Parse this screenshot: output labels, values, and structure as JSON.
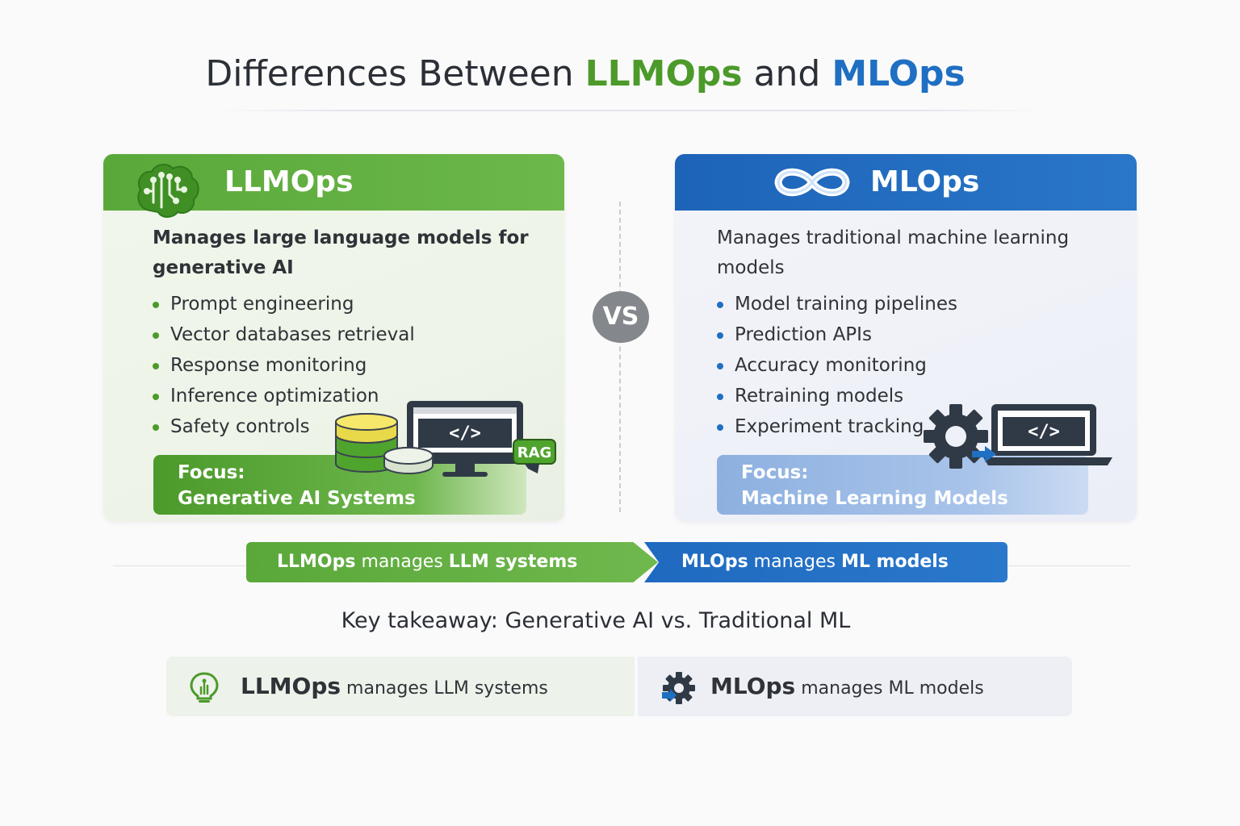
{
  "title": {
    "prefix": "Differences Between ",
    "llm": "LLMOps",
    "middle": " and ",
    "ml": "MLOps"
  },
  "colors": {
    "green": "#4c9a2a",
    "blue": "#1f6fc2",
    "vs_gray": "#84878c"
  },
  "llmops": {
    "title": "LLMOps",
    "icon": "brain-circuit-icon",
    "intro": "Manages large language models for generative AI",
    "bullets": [
      "Prompt engineering",
      "Vector databases retrieval",
      "Response monitoring",
      "Inference optimization",
      "Safety controls"
    ],
    "focus_label": "Focus:",
    "focus_value": "Generative AI Systems",
    "illustration_badge": "RAG"
  },
  "mlops": {
    "title": "MLOps",
    "icon": "infinity-icon",
    "intro": "Manages traditional machine learning models",
    "bullets": [
      "Model training pipelines",
      "Prediction APIs",
      "Accuracy monitoring",
      "Retraining models",
      "Experiment tracking"
    ],
    "focus_label": "Focus:",
    "focus_value": "Machine Learning Models"
  },
  "vs": "VS",
  "banner": {
    "left_strong1": "LLMOps",
    "left_rest": " manages ",
    "left_strong2": "LLM systems",
    "right_strong1": "MLOps",
    "right_rest": " manages ",
    "right_strong2": "ML models"
  },
  "takeaway": "Key takeaway: Generative AI vs. Traditional ML",
  "bottom": {
    "llm_strong": "LLMOps",
    "llm_rest": " manages LLM systems",
    "llm_icon": "lightbulb-icon",
    "ml_strong": "MLOps",
    "ml_rest": " manages ML models",
    "ml_icon": "gear-icon"
  }
}
